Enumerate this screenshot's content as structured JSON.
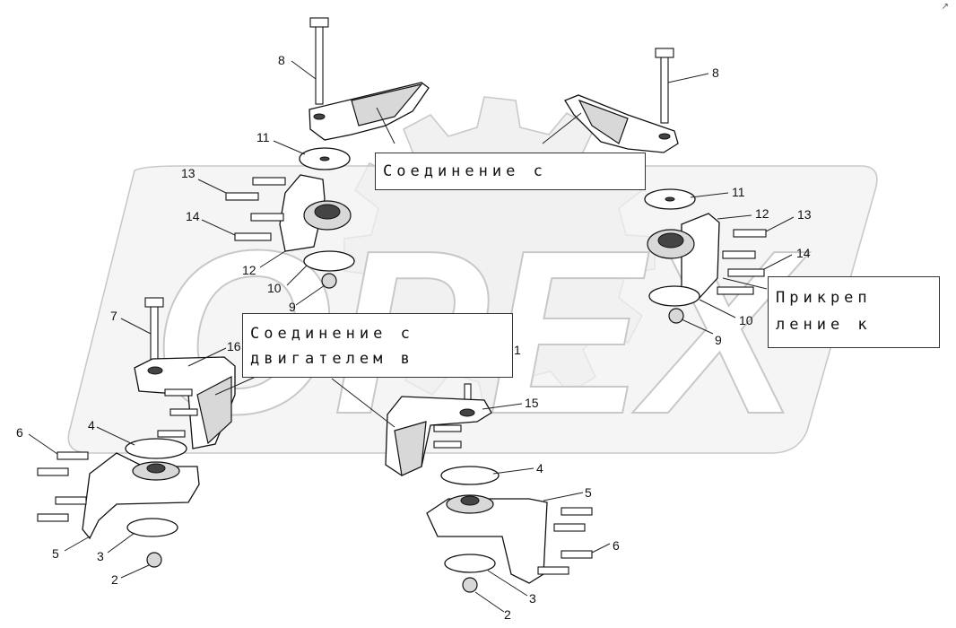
{
  "watermark": {
    "text": "OPEX"
  },
  "corner_mark": "↗",
  "callouts": {
    "top_center": "Соединение с",
    "right": "Прикреп\nление к",
    "center": "Соединение с\nдвигателем в"
  },
  "labels": {
    "l8a": "8",
    "l8b": "8",
    "l11a": "11",
    "l11b": "11",
    "l13a": "13",
    "l13b": "13",
    "l14a": "14",
    "l14b": "14",
    "l12a": "12",
    "l12b": "12",
    "l10a": "10",
    "l10b": "10",
    "l9a": "9",
    "l9b": "9",
    "l7": "7",
    "l16": "16",
    "l1": "1",
    "l15": "15",
    "l4a": "4",
    "l4b": "4",
    "l5a": "5",
    "l5b": "5",
    "l6a": "6",
    "l6b": "6",
    "l3a": "3",
    "l3b": "3",
    "l2a": "2",
    "l2b": "2"
  }
}
